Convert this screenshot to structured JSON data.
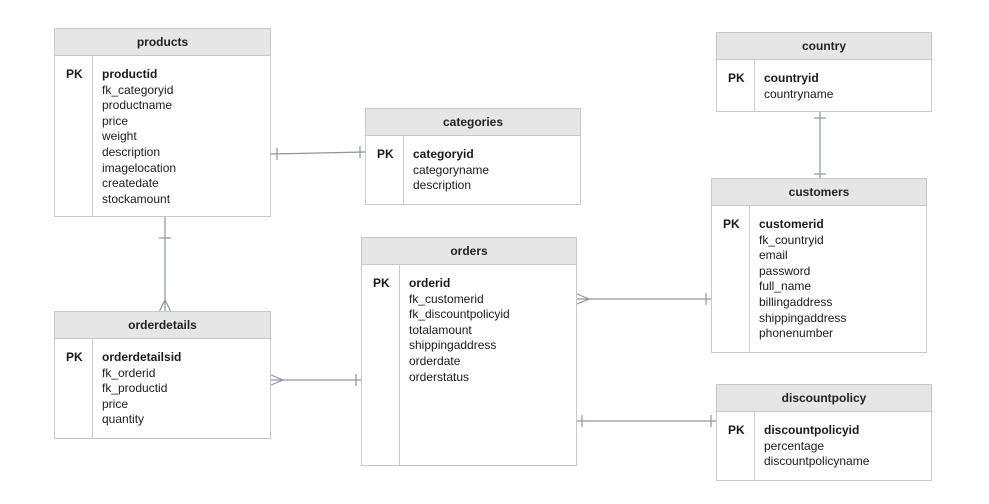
{
  "entities": {
    "products": {
      "title": "products",
      "key": "PK",
      "fields": [
        "productid",
        "fk_categoryid",
        "productname",
        "price",
        "weight",
        "description",
        "imagelocation",
        "createdate",
        "stockamount"
      ]
    },
    "categories": {
      "title": "categories",
      "key": "PK",
      "fields": [
        "categoryid",
        "categoryname",
        "description"
      ]
    },
    "country": {
      "title": "country",
      "key": "PK",
      "fields": [
        "countryid",
        "countryname"
      ]
    },
    "customers": {
      "title": "customers",
      "key": "PK",
      "fields": [
        "customerid",
        "fk_countryid",
        "email",
        "password",
        "full_name",
        "billingaddress",
        "shippingaddress",
        "phonenumber"
      ]
    },
    "orders": {
      "title": "orders",
      "key": "PK",
      "fields": [
        "orderid",
        "fk_customerid",
        "fk_discountpolicyid",
        "totalamount",
        "shippingaddress",
        "orderdate",
        "orderstatus"
      ]
    },
    "orderdetails": {
      "title": "orderdetails",
      "key": "PK",
      "fields": [
        "orderdetailsid",
        "fk_orderid",
        "fk_productid",
        "price",
        "quantity"
      ]
    },
    "discountpolicy": {
      "title": "discountpolicy",
      "key": "PK",
      "fields": [
        "discountpolicyid",
        "percentage",
        "discountpolicyname"
      ]
    }
  },
  "relationships": [
    {
      "name": "products-categories",
      "from": "products",
      "from_end": "one",
      "to": "categories",
      "to_end": "one"
    },
    {
      "name": "country-customers",
      "from": "country",
      "from_end": "one",
      "to": "customers",
      "to_end": "one"
    },
    {
      "name": "products-orderdetails",
      "from": "products",
      "from_end": "one",
      "to": "orderdetails",
      "to_end": "many"
    },
    {
      "name": "orderdetails-orders",
      "from": "orderdetails",
      "from_end": "many",
      "to": "orders",
      "to_end": "one"
    },
    {
      "name": "orders-customers",
      "from": "orders",
      "from_end": "many",
      "to": "customers",
      "to_end": "one"
    },
    {
      "name": "orders-discountpolicy",
      "from": "orders",
      "from_end": "one",
      "to": "discountpolicy",
      "to_end": "one"
    }
  ],
  "colors": {
    "line": "#8a969c",
    "header": "#e6e6e6",
    "border": "#c8c8c8"
  }
}
